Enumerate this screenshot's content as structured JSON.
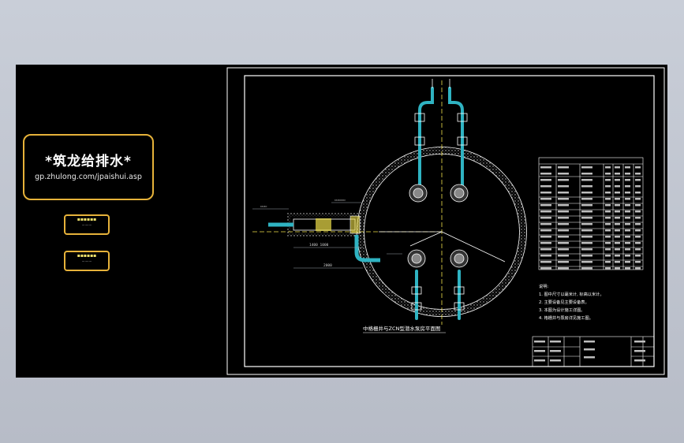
{
  "logo": {
    "title": "*筑龙给排水*",
    "url": "gp.zhulong.com/jpaishui.asp"
  },
  "drawing": {
    "caption": "中格栅井与ZCN型潜水泵房平面图",
    "notes_heading": "说明:",
    "notes": [
      "1. 图中尺寸以毫米计, 标高以米计。",
      "2. 主要设备见主要设备表。",
      "3. 本图为设计施工详图。",
      "4. 格栅井与泵房详见施工图。"
    ],
    "colors": {
      "frame": "#ffffff",
      "wall_hatch": "#d8d8d8",
      "pipe": "#2fb3c2",
      "centerline": "#f0e04a",
      "dim": "#9aa0a6"
    }
  }
}
